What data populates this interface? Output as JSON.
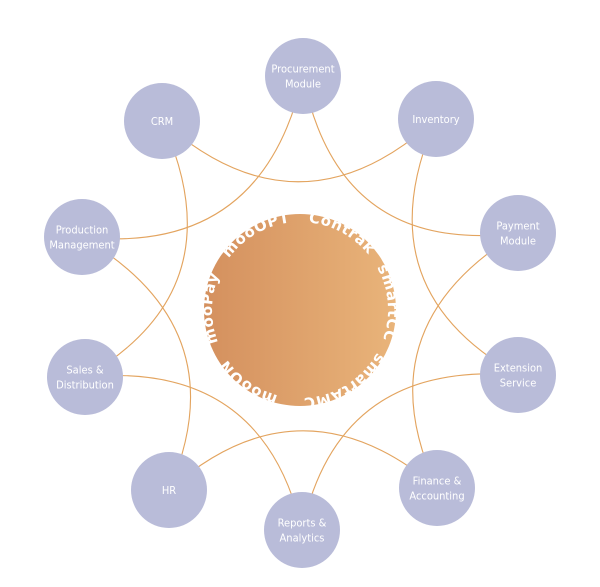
{
  "colors": {
    "node_fill": "#b9bcd9",
    "connector_stroke": "#e3a45f",
    "center_gradient_left": "#d4905e",
    "center_gradient_right": "#e9b47a",
    "label_color": "#ffffff"
  },
  "modules": [
    {
      "id": "procurement",
      "lines": [
        "Procurement",
        "Module"
      ]
    },
    {
      "id": "inventory",
      "lines": [
        "Inventory"
      ]
    },
    {
      "id": "payment",
      "lines": [
        "Payment",
        "Module"
      ]
    },
    {
      "id": "extension",
      "lines": [
        "Extension",
        "Service"
      ]
    },
    {
      "id": "finance",
      "lines": [
        "Finance &",
        "Accounting"
      ]
    },
    {
      "id": "reports",
      "lines": [
        "Reports &",
        "Analytics"
      ]
    },
    {
      "id": "hr",
      "lines": [
        "HR"
      ]
    },
    {
      "id": "sales",
      "lines": [
        "Sales &",
        "Distribution"
      ]
    },
    {
      "id": "production",
      "lines": [
        "Production",
        "Management"
      ]
    },
    {
      "id": "crm",
      "lines": [
        "CRM"
      ]
    }
  ],
  "core_products": [
    "mooON",
    "mooPay",
    "mooOPT",
    "Contrak",
    "smartCC",
    "smartAMCU"
  ]
}
